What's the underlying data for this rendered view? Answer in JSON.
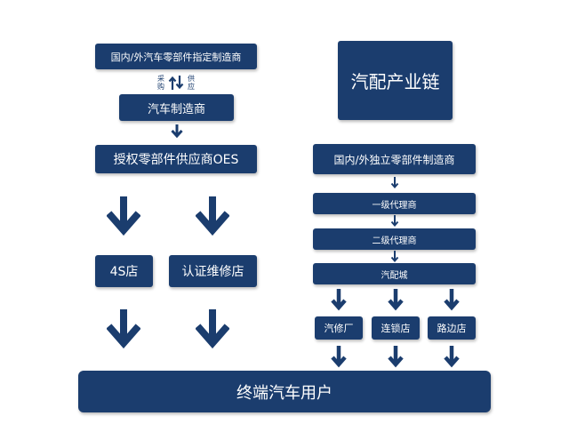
{
  "colors": {
    "primary": "#1b3d6e",
    "text": "#ffffff",
    "background": "#ffffff"
  },
  "left": {
    "parts_maker": "国内/外汽车零部件指定制造商",
    "purchase_label": [
      "采",
      "购"
    ],
    "supply_label": [
      "供",
      "应"
    ],
    "car_maker": "汽车制造商",
    "oes": "授权零部件供应商OES",
    "dealer_4s": "4S店",
    "certified_repair": "认证维修店"
  },
  "right": {
    "title": "汽配产业链",
    "independent_maker": "国内/外独立零部件制造商",
    "first_agent": "一级代理商",
    "second_agent": "二级代理商",
    "parts_city": "汽配城",
    "repair_factory": "汽修厂",
    "chain_store": "连锁店",
    "roadside_store": "路边店"
  },
  "end_user": "终端汽车用户"
}
